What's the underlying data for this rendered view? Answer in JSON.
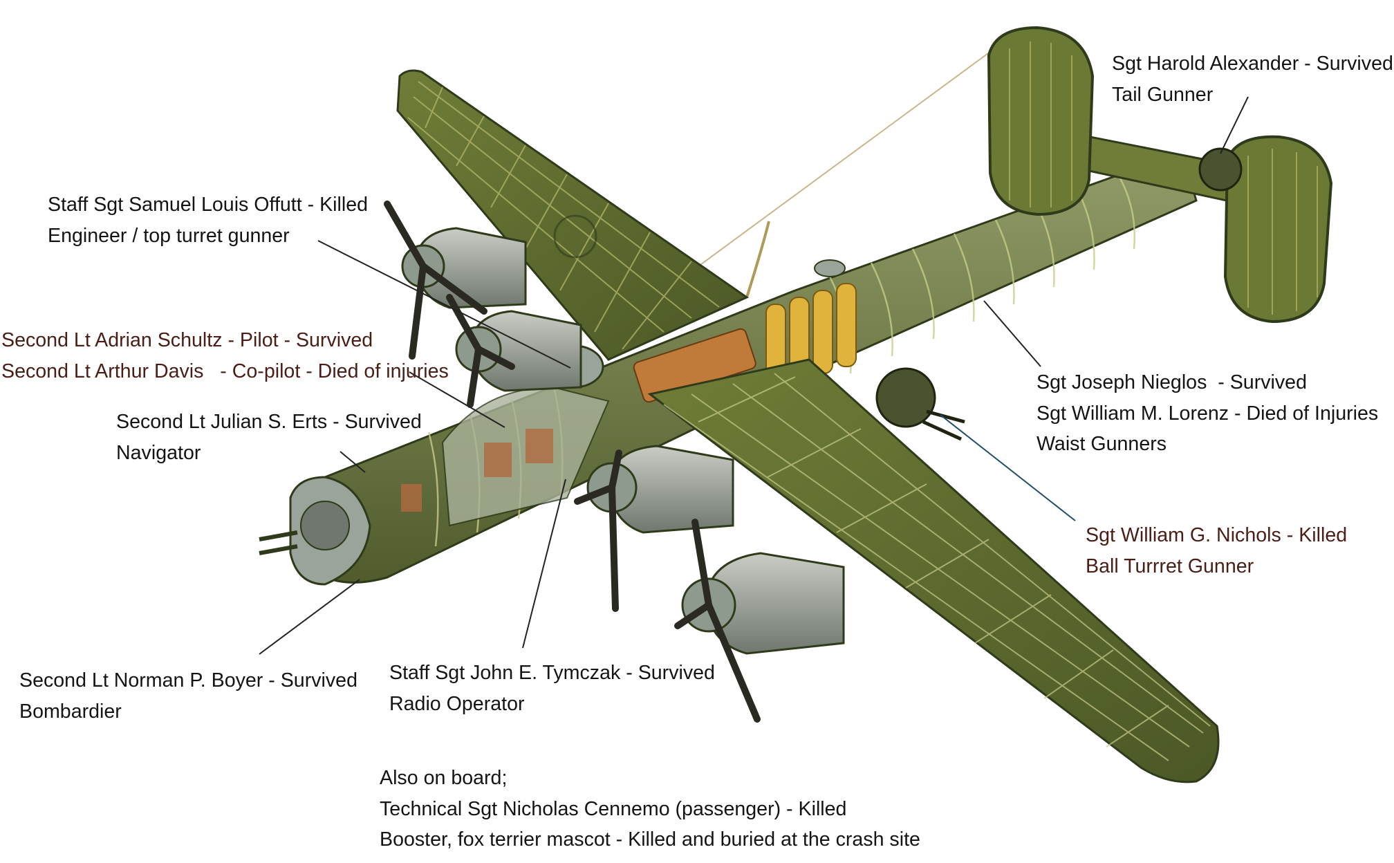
{
  "diagram": {
    "colors": {
      "airframe": "#5c6a2e",
      "airframe_dark": "#2f3a1a",
      "rib": "#b4b86a",
      "steel": "#8e9a8e",
      "fuel": "#e0b43c",
      "cargo": "#c07a3a",
      "text": "#141414",
      "text_maroon": "#4a1e16",
      "leader": "#222222",
      "leader_blue": "#1f4e6b"
    },
    "labels": {
      "tail_gunner": {
        "name": "Sgt Harold Alexander - Survived",
        "role": "Tail Gunner"
      },
      "engineer": {
        "name": "Staff Sgt Samuel Louis Offutt - Killed",
        "role": "Engineer / top turret gunner"
      },
      "pilots": {
        "pilot": "Second Lt Adrian Schultz - Pilot - Survived",
        "copilot": "Second Lt Arthur Davis   - Co-pilot - Died of injuries"
      },
      "navigator": {
        "name": "Second Lt Julian S. Erts - Survived",
        "role": "Navigator"
      },
      "waist_gunners": {
        "gunner1": "Sgt Joseph Nieglos  - Survived",
        "gunner2": "Sgt William M. Lorenz - Died of Injuries",
        "role": "Waist Gunners"
      },
      "ball_turret": {
        "name": "Sgt William G. Nichols - Killed",
        "role": "Ball Turrret Gunner"
      },
      "bombardier": {
        "name": "Second Lt Norman P. Boyer - Survived",
        "role": "Bombardier"
      },
      "radio_operator": {
        "name": "Staff Sgt John E. Tymczak - Survived",
        "role": "Radio Operator"
      },
      "also_on_board": {
        "heading": "Also on board;",
        "passenger": "Technical Sgt Nicholas Cennemo (passenger) - Killed",
        "mascot": "Booster, fox terrier mascot - Killed and buried at the crash site"
      }
    }
  }
}
